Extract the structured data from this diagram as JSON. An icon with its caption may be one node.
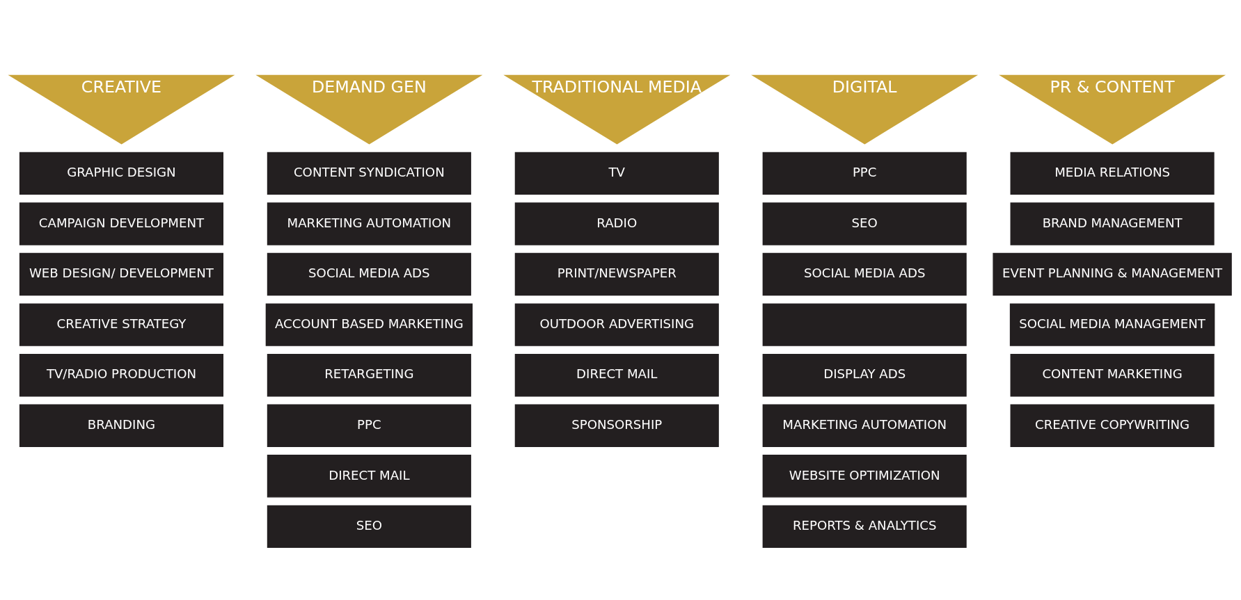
{
  "diagram": {
    "nodes": [
      {
        "text": [
          "CREATIVE"
        ]
      },
      {
        "text": [
          "GRAPHIC DESIGN"
        ]
      },
      {
        "text": [
          "CAMPAIGN DEVELOPMENT"
        ]
      },
      {
        "text": [
          "WEB DESIGN/ DEVELOPMENT"
        ]
      },
      {
        "text": [
          "CREATIVE STRATEGY"
        ]
      },
      {
        "text": [
          "TV/RADIO PRODUCTION"
        ]
      },
      {
        "text": [
          "BRANDING"
        ]
      },
      {
        "text": [
          "DEMAND GEN"
        ]
      },
      {
        "text": [
          "CONTENT SYNDICATION"
        ]
      },
      {
        "text": [
          "MARKETING AUTOMATION"
        ]
      },
      {
        "text": [
          "SOCIAL MEDIA ADS"
        ]
      },
      {
        "text": [
          "ACCOUNT BASED MARKETING"
        ]
      },
      {
        "text": [
          "RETARGETING"
        ]
      },
      {
        "text": [
          "PPC"
        ]
      },
      {
        "text": [
          "DIRECT MAIL"
        ]
      },
      {
        "text": [
          "SEO"
        ]
      },
      {
        "text": [
          "TRADITIONAL MEDIA"
        ]
      },
      {
        "text": [
          "TV"
        ]
      },
      {
        "text": [
          "RADIO"
        ]
      },
      {
        "text": [
          "PRINT/NEWSPAPER"
        ]
      },
      {
        "text": [
          "OUTDOOR ADVERTISING"
        ]
      },
      {
        "text": [
          "DIRECT MAIL"
        ]
      },
      {
        "text": [
          "SPONSORSHIP"
        ]
      },
      {
        "text": [
          "DIGITAL"
        ]
      },
      {
        "text": [
          "PPC"
        ]
      },
      {
        "text": [
          "SEO"
        ]
      },
      {
        "text": [
          "SOCIAL MEDIA ADS"
        ]
      },
      {
        "text": [],
        "shape": "box"
      },
      {
        "text": [
          "DISPLAY ADS"
        ]
      },
      {
        "text": [
          "MARKETING AUTOMATION"
        ]
      },
      {
        "text": [
          "WEBSITE OPTIMIZATION"
        ]
      },
      {
        "text": [
          "REPORTS & ANALYTICS"
        ]
      },
      {
        "text": [
          "PR & CONTENT"
        ]
      },
      {
        "text": [
          "MEDIA RELATIONS"
        ]
      },
      {
        "text": [
          "BRAND MANAGEMENT"
        ]
      },
      {
        "text": [
          "EVENT PLANNING & MANAGEMENT"
        ]
      },
      {
        "text": [
          "SOCIAL MEDIA MANAGEMENT"
        ]
      },
      {
        "text": [
          "CONTENT MARKETING"
        ]
      },
      {
        "text": [
          "CREATIVE COPYWRITING"
        ]
      }
    ]
  }
}
